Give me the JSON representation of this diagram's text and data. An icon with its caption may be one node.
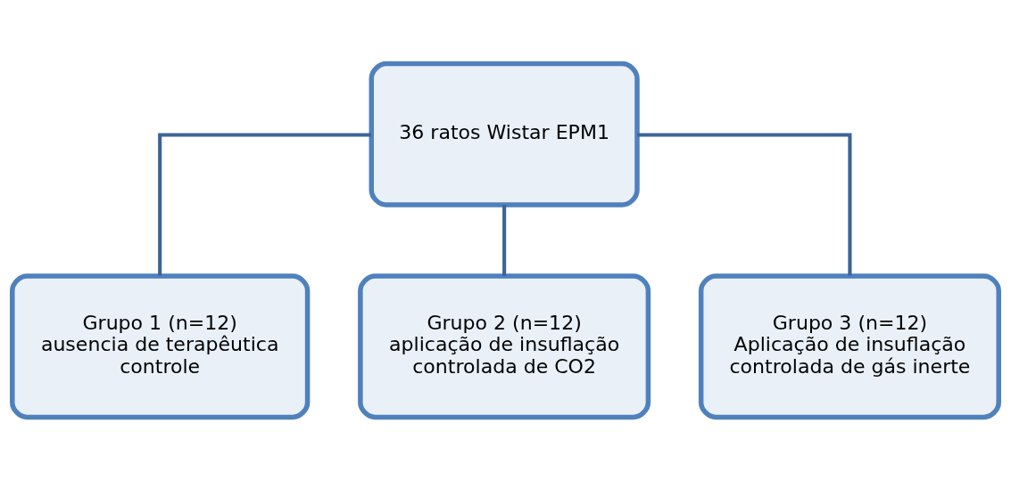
{
  "diagram": {
    "nodes": [
      {
        "text": [
          "36 ratos Wistar EPM1"
        ]
      },
      {
        "text": [
          "Grupo 1 (n=12)",
          "ausencia de terapêutica",
          "controle"
        ]
      },
      {
        "text": [
          "Grupo 2 (n=12)",
          "aplicação de insuflação controlada de CO2"
        ]
      },
      {
        "text": [
          "Grupo 3 (n=12)",
          "Aplicação de insuflação controlada de gás inerte"
        ]
      }
    ],
    "edges": [
      {
        "from": 0,
        "to": 1,
        "arrow": "none"
      },
      {
        "from": 0,
        "to": 2,
        "arrow": "none"
      },
      {
        "from": 0,
        "to": 3,
        "arrow": "none"
      }
    ]
  }
}
